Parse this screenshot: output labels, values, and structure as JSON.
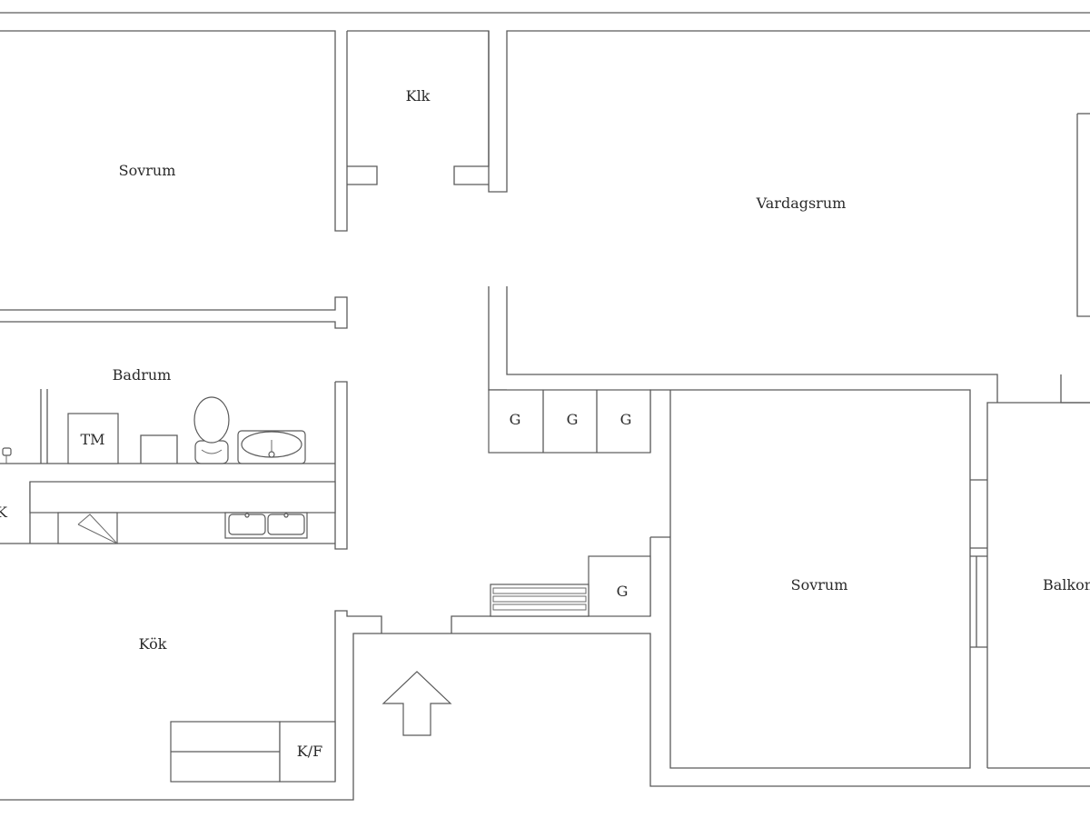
{
  "floorplan": {
    "rooms": {
      "bedroom_top": "Sovrum",
      "closet": "Klk",
      "living_room": "Vardagsrum",
      "bathroom": "Badrum",
      "kitchen": "Kök",
      "bedroom_bottom": "Sovrum",
      "balcony": "Balkong"
    },
    "fixtures": {
      "washer": "TM",
      "wardrobe_1": "G",
      "wardrobe_2": "G",
      "wardrobe_3": "G",
      "wardrobe_hall": "G",
      "fridge_freezer": "K/F",
      "kitchen_edge": "K"
    }
  }
}
